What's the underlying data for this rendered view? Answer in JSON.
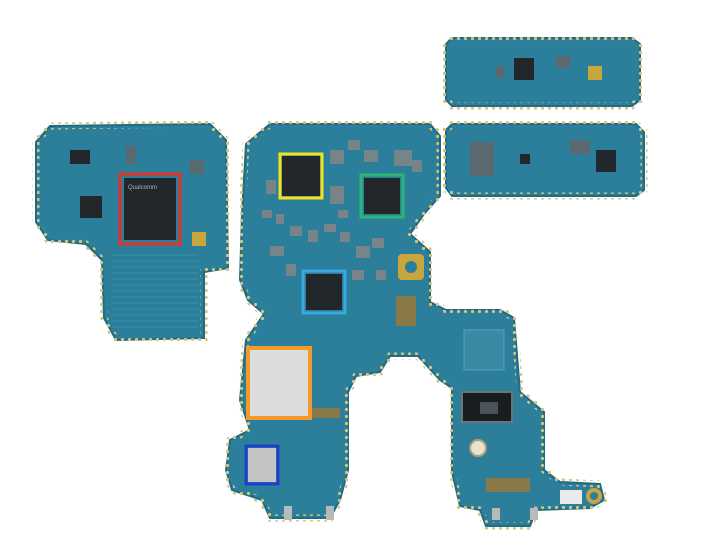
{
  "image": {
    "subject": "logic-board-teardown-photo",
    "background_color": "#ffffff",
    "board_color": "#2b7f9a",
    "board_edge_color": "#1f6c86",
    "via_color": "#d6c37a",
    "chip_color": "#22272b",
    "gold_pad_color": "#c9a53d"
  },
  "chips": {
    "qualcomm_label": "Qualcomm"
  },
  "highlights": [
    {
      "name": "red",
      "color": "#e3312b"
    },
    {
      "name": "yellow",
      "color": "#f4e21a"
    },
    {
      "name": "green",
      "color": "#2bb673"
    },
    {
      "name": "light-blue",
      "color": "#3aa9e0"
    },
    {
      "name": "orange",
      "color": "#f39a2a"
    },
    {
      "name": "dark-blue",
      "color": "#1f3fc8"
    }
  ]
}
